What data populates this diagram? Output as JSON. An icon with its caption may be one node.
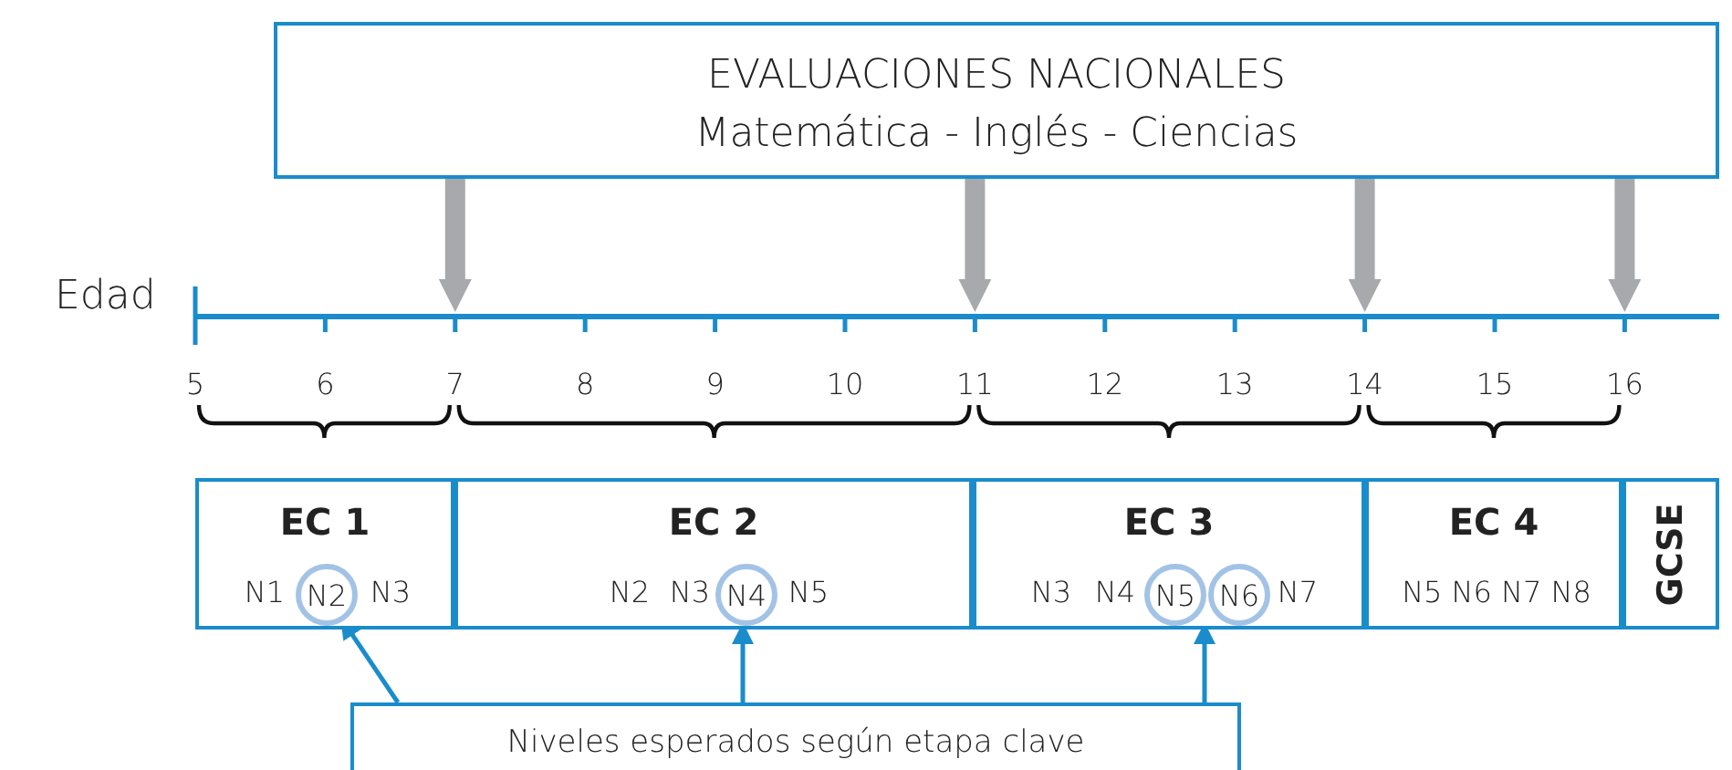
{
  "diagram": {
    "nodes": [
      {
        "text": [
          "EVALUACIONES NACIONALES",
          "Matemática - Inglés - Ciencias"
        ]
      },
      {
        "text": [
          "EC 1",
          "N1",
          "N3"
        ]
      },
      {
        "text": [
          "N2"
        ],
        "in": 1
      },
      {
        "text": [
          "EC 2",
          "N2",
          "N3",
          "N5"
        ]
      },
      {
        "text": [
          "N4"
        ],
        "in": 3
      },
      {
        "text": [
          "EC 3",
          "N3",
          "N4",
          "N7"
        ]
      },
      {
        "text": [
          "N5"
        ],
        "in": 5
      },
      {
        "text": [
          "N6"
        ],
        "in": 5
      },
      {
        "text": [
          "EC 4",
          "N5 N6 N7 N8"
        ]
      },
      {
        "text": [
          "GCSE"
        ]
      },
      {
        "text": [
          "Niveles esperados según etapa clave"
        ]
      },
      {
        "text": [],
        "shape": "bar"
      }
    ],
    "edges": [
      {
        "from": 0,
        "to": 11,
        "arrow": "to",
        "style": "thick",
        "color": "#a7a9ac"
      },
      {
        "from": 0,
        "to": 11,
        "arrow": "to",
        "style": "thick",
        "color": "#a7a9ac"
      },
      {
        "from": 0,
        "to": 11,
        "arrow": "to",
        "style": "thick",
        "color": "#a7a9ac"
      },
      {
        "from": 0,
        "to": 11,
        "arrow": "to",
        "style": "thick",
        "color": "#a7a9ac"
      },
      {
        "from": 10,
        "to": 2,
        "arrow": "to",
        "color": "#1a8ccc"
      },
      {
        "from": 10,
        "to": 4,
        "arrow": "to",
        "color": "#1a8ccc"
      },
      {
        "from": 10,
        "to": 6,
        "arrow": "to",
        "color": "#1a8ccc"
      },
      {
        "from": 10,
        "to": 7,
        "arrow": "to",
        "color": "#1a8ccc"
      }
    ],
    "labels": [
      "Edad",
      "5",
      "6",
      "7",
      "8",
      "9",
      "10",
      "11",
      "12",
      "13",
      "14",
      "15",
      "16"
    ]
  }
}
